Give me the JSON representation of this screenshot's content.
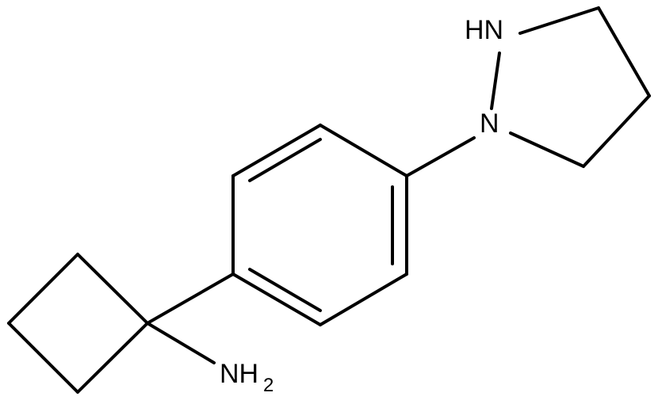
{
  "molecule": {
    "atoms": {
      "nh_ring": "HN",
      "n_ring": "N",
      "amine_main": "NH",
      "amine_sub": "2"
    }
  },
  "colors": {
    "bond": "#000000",
    "background": "#ffffff"
  }
}
